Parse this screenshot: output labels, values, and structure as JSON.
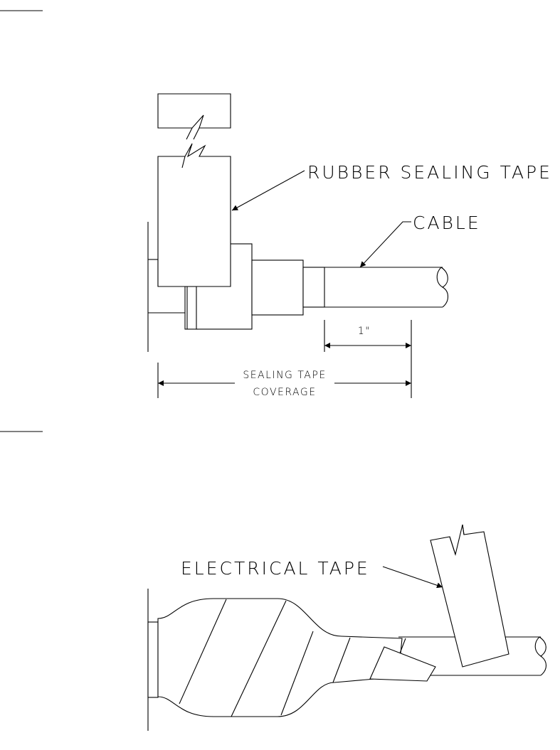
{
  "figure_top": {
    "labels": {
      "rubber_sealing_tape": "RUBBER SEALING TAPE",
      "cable": "CABLE",
      "dim_1in": "1\"",
      "coverage_line1": "SEALING TAPE",
      "coverage_line2": "COVERAGE"
    }
  },
  "figure_bottom": {
    "labels": {
      "electrical_tape": "ELECTRICAL TAPE"
    }
  }
}
